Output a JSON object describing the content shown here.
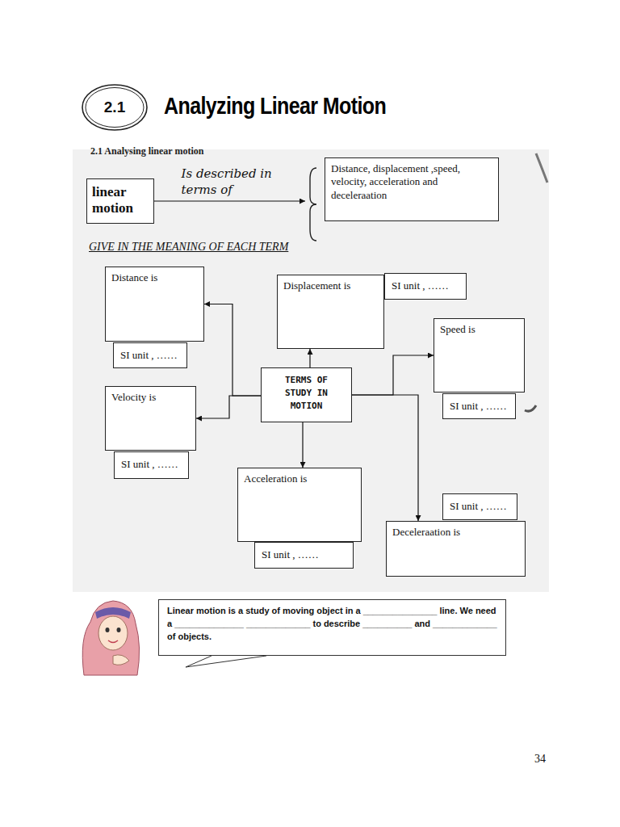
{
  "diagram": {
    "title": "Analyzing Linear Motion",
    "nodes": [
      {
        "text": [
          "2.1"
        ]
      },
      {
        "text": [
          "linear motion"
        ]
      },
      {
        "text": [
          "Distance, displacement ,speed, velocity, acceleration and deceleraation"
        ]
      },
      {
        "text": [
          "Distance is"
        ]
      },
      {
        "text": [
          "Displacement is"
        ]
      },
      {
        "text": [
          "SI unit , ……"
        ]
      },
      {
        "text": [
          "Speed is"
        ]
      },
      {
        "text": [
          "SI unit , ……"
        ]
      },
      {
        "text": [
          "Velocity is"
        ]
      },
      {
        "text": [
          "TERMS OF STUDY IN MOTION"
        ]
      },
      {
        "text": [
          "SI unit , ……"
        ]
      },
      {
        "text": [
          "SI unit , ……"
        ]
      },
      {
        "text": [
          "Acceleration is"
        ]
      },
      {
        "text": [
          "SI unit , ……"
        ]
      },
      {
        "text": [
          "Deceleraation is"
        ]
      },
      {
        "text": [
          "SI unit , ……"
        ]
      },
      {
        "text": [
          "Linear motion is a study of moving object in a _______________ line. We need a ______________ _____________ to describe __________ and _____________ of objects."
        ]
      }
    ],
    "edges": [
      {
        "from": 1,
        "to": 2,
        "label": "Is described in terms of",
        "arrow": "to"
      },
      {
        "from": 9,
        "to": 3,
        "arrow": "to"
      },
      {
        "from": 9,
        "to": 4,
        "arrow": "to"
      },
      {
        "from": 9,
        "to": 6,
        "arrow": "to"
      },
      {
        "from": 9,
        "to": 8,
        "arrow": "to"
      },
      {
        "from": 9,
        "to": 12,
        "arrow": "to"
      },
      {
        "from": 9,
        "to": 14,
        "arrow": "to"
      }
    ],
    "labels": [
      "2.1 Analysing linear motion",
      "GIVE IN THE MEANING OF EACH TERM",
      "34"
    ]
  }
}
